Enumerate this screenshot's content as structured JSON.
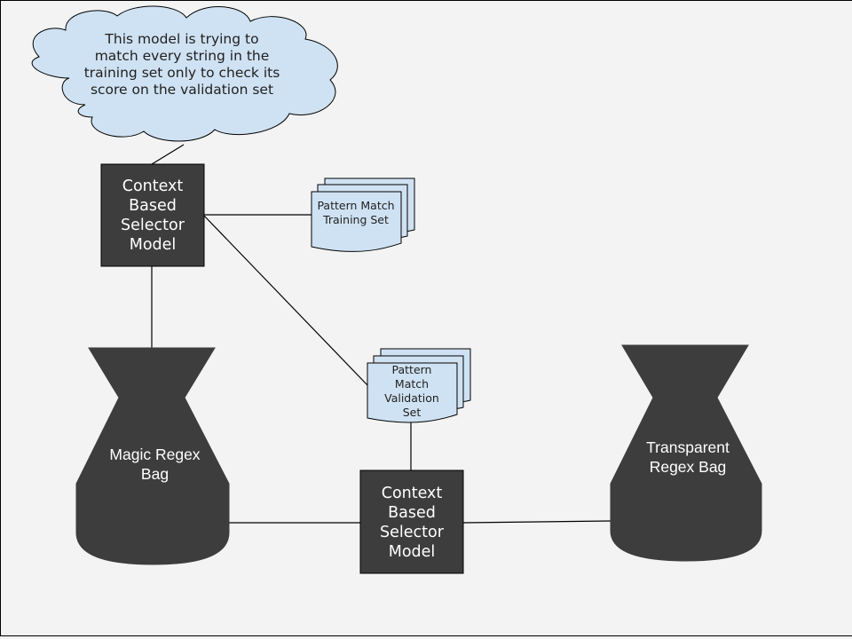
{
  "cloud": {
    "text": "This model is trying to match every string in the training set only to check its score on the validation set"
  },
  "model_top": {
    "label": "Context Based Selector Model"
  },
  "model_bottom": {
    "label": "Context Based Selector Model"
  },
  "doc_training": {
    "label": "Pattern Match Training Set"
  },
  "doc_validation": {
    "label": "Pattern Match Validation Set"
  },
  "bag_magic": {
    "label": "Magic Regex Bag"
  },
  "bag_transparent": {
    "label": "Transparent Regex Bag"
  },
  "colors": {
    "background": "#f3f3f3",
    "dark_fill": "#3d3d3d",
    "light_blue_fill": "#cfe2f3",
    "line": "#000000"
  }
}
